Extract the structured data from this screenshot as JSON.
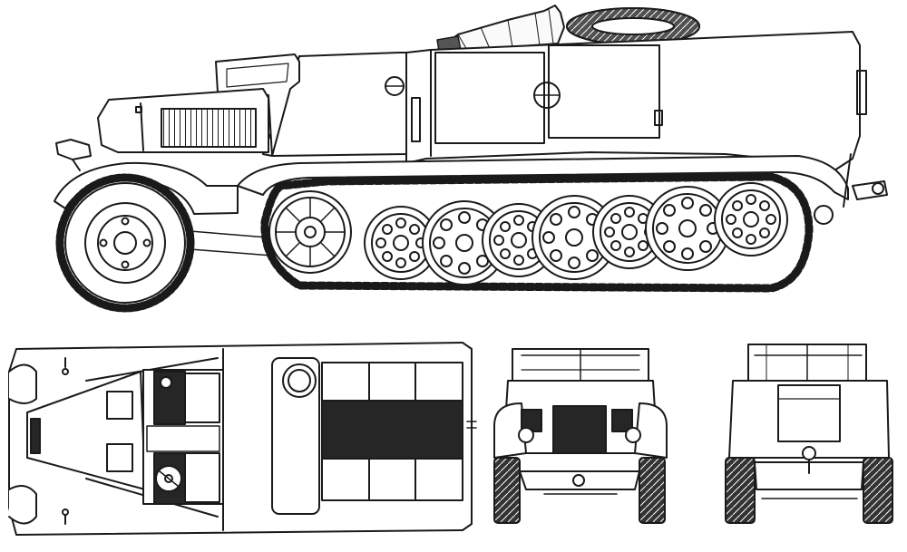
{
  "drawing": {
    "subject": "",
    "views": [
      "side",
      "top",
      "front",
      "rear"
    ],
    "colors": {
      "line": "#1a1a1a",
      "paper": "#ffffff",
      "dark": "#262626",
      "mid": "#8a8a8a"
    },
    "road_wheels_count": 7,
    "icons": [
      "spare-tire-icon",
      "steering-wheel-icon",
      "headlight-icon"
    ]
  }
}
